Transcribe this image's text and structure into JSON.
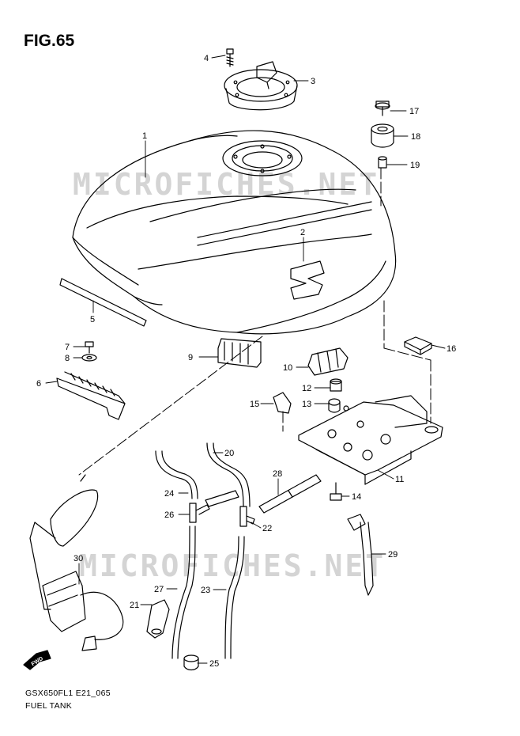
{
  "figure": {
    "title": "FIG.65",
    "model_code": "GSX650FL1 E21_065",
    "name": "FUEL TANK",
    "watermark": "MICROFICHES.NET",
    "fwd_label": "FWD"
  },
  "callouts": [
    "1",
    "2",
    "3",
    "4",
    "5",
    "6",
    "7",
    "8",
    "9",
    "10",
    "11",
    "12",
    "13",
    "14",
    "15",
    "16",
    "17",
    "18",
    "19",
    "20",
    "21",
    "22",
    "23",
    "24",
    "25",
    "26",
    "27",
    "28",
    "29",
    "30"
  ],
  "colors": {
    "line": "#000000",
    "watermark": "#d4d4d4",
    "background": "#ffffff"
  }
}
